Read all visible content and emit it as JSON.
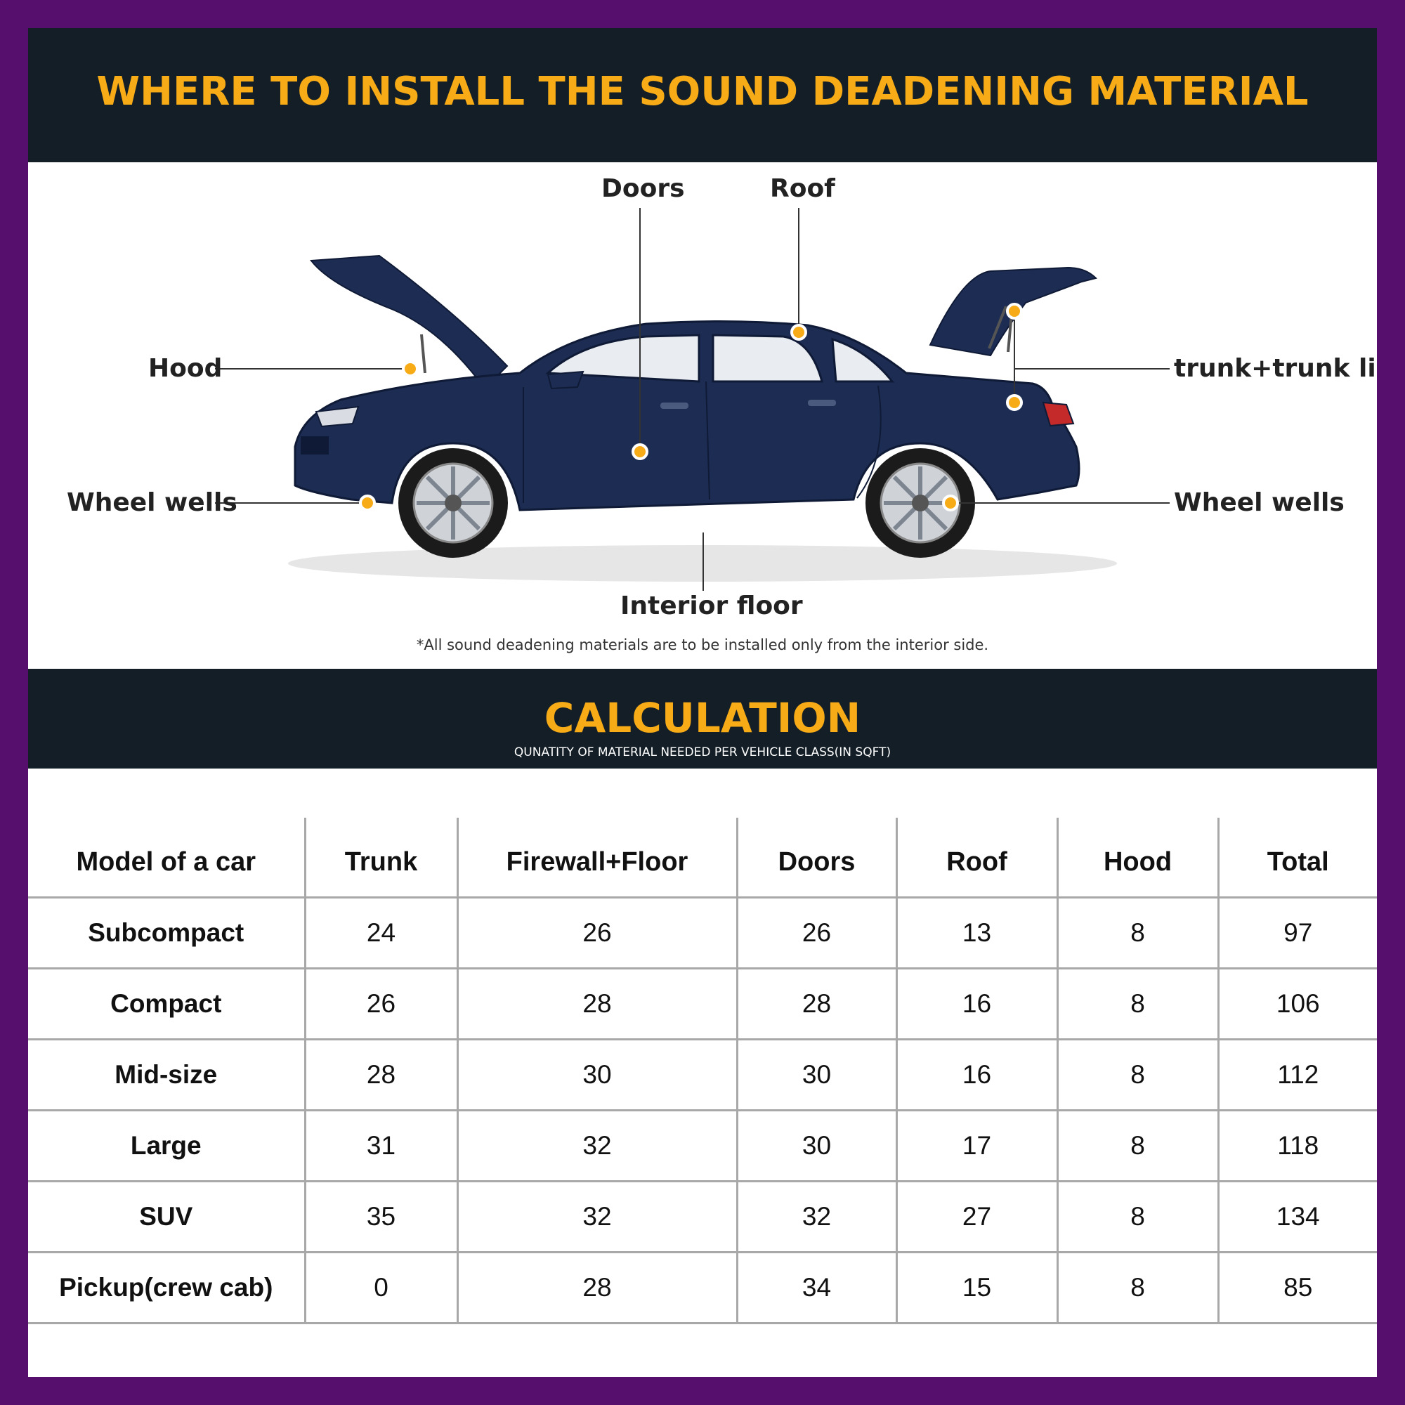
{
  "header": {
    "title": "WHERE TO INSTALL THE SOUND DEADENING MATERIAL"
  },
  "diagram": {
    "labels": {
      "doors": "Doors",
      "roof": "Roof",
      "hood": "Hood",
      "trunk": "trunk+trunk lid",
      "wheel_wells_left": "Wheel wells",
      "wheel_wells_right": "Wheel wells",
      "interior_floor": "Interior floor"
    },
    "note": "*All sound deadening materials are to be installed only from the interior side.",
    "colors": {
      "car_body": "#1d2c52",
      "marker": "#f7ab17",
      "leader_line": "#333333"
    }
  },
  "calculation": {
    "title": "CALCULATION",
    "subtitle": "QUNATITY OF MATERIAL NEEDED PER VEHICLE CLASS(IN SQFT)",
    "columns": [
      "Model of a car",
      "Trunk",
      "Firewall+Floor",
      "Doors",
      "Roof",
      "Hood",
      "Total"
    ],
    "rows": [
      [
        "Subcompact",
        "24",
        "26",
        "26",
        "13",
        "8",
        "97"
      ],
      [
        "Compact",
        "26",
        "28",
        "28",
        "16",
        "8",
        "106"
      ],
      [
        "Mid-size",
        "28",
        "30",
        "30",
        "16",
        "8",
        "112"
      ],
      [
        "Large",
        "31",
        "32",
        "30",
        "17",
        "8",
        "118"
      ],
      [
        "SUV",
        "35",
        "32",
        "32",
        "27",
        "8",
        "134"
      ],
      [
        "Pickup(crew cab)",
        "0",
        "28",
        "34",
        "15",
        "8",
        "85"
      ]
    ]
  },
  "colors": {
    "frame": "#560f6c",
    "band": "#131e27",
    "accent": "#f7ab17",
    "grid": "#a8a8a8"
  }
}
